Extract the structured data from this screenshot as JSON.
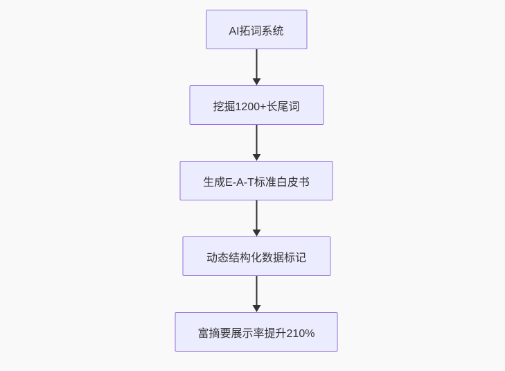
{
  "background_color": "#f9f9f9",
  "flowchart": {
    "type": "flowchart-top-down",
    "direction": "TD",
    "nodes": [
      {
        "id": "step1",
        "label": "AI拓词系统"
      },
      {
        "id": "step2",
        "label": "挖掘1200+长尾词"
      },
      {
        "id": "step3",
        "label": "生成E-A-T标准白皮书"
      },
      {
        "id": "step4",
        "label": "动态结构化数据标记"
      },
      {
        "id": "step5",
        "label": "富摘要展示率提升210%"
      }
    ],
    "edges": [
      {
        "from": "step1",
        "to": "step2",
        "style": "arrow-down"
      },
      {
        "from": "step2",
        "to": "step3",
        "style": "arrow-down"
      },
      {
        "from": "step3",
        "to": "step4",
        "style": "arrow-down"
      },
      {
        "from": "step4",
        "to": "step5",
        "style": "arrow-down"
      }
    ],
    "colors": {
      "node_fill": "#ececff",
      "node_border": "#9370db",
      "node_text": "#333333",
      "arrow": "#333333"
    }
  }
}
